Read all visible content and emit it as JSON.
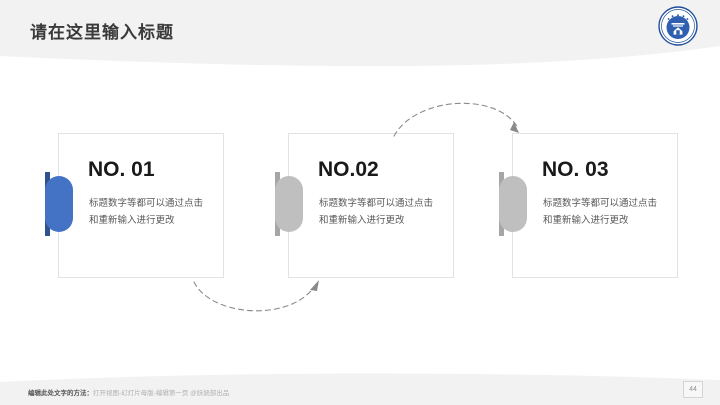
{
  "slide": {
    "title": "请在这里输入标题",
    "background_color": "#ffffff",
    "header_band_color": "#f2f2f2",
    "footer_band_color": "#f2f2f2"
  },
  "logo": {
    "name": "university-emblem",
    "ring_color": "#1f4e9c",
    "inner_color": "#2f5fb0",
    "top_text": "华东师范大学",
    "bottom_text": "EAST CHINA NORMAL UNIVERSITY"
  },
  "cards": [
    {
      "heading": "NO. 01",
      "body": "标题数字等都可以通过点击和重新输入进行更改",
      "accent_color": "#4472c4",
      "bar_color": "#2f528f"
    },
    {
      "heading": "NO.02",
      "body": "标题数字等都可以通过点击和重新输入进行更改",
      "accent_color": "#bfbfbf",
      "bar_color": "#a6a6a6"
    },
    {
      "heading": "NO. 03",
      "body": "标题数字等都可以通过点击和重新输入进行更改",
      "accent_color": "#bfbfbf",
      "bar_color": "#a6a6a6"
    }
  ],
  "connectors": [
    {
      "name": "arrow-card1-to-card2",
      "direction": "down-arc",
      "color": "#8a8a8a",
      "style": "dashed"
    },
    {
      "name": "arrow-card2-to-card3",
      "direction": "up-arc",
      "color": "#8a8a8a",
      "style": "dashed"
    }
  ],
  "footer": {
    "note_strong": "编辑此处文字的方法：",
    "note_rest": "打开视图-幻灯片母版-编辑第一页 @妖娆部出品",
    "page_number": "44"
  }
}
